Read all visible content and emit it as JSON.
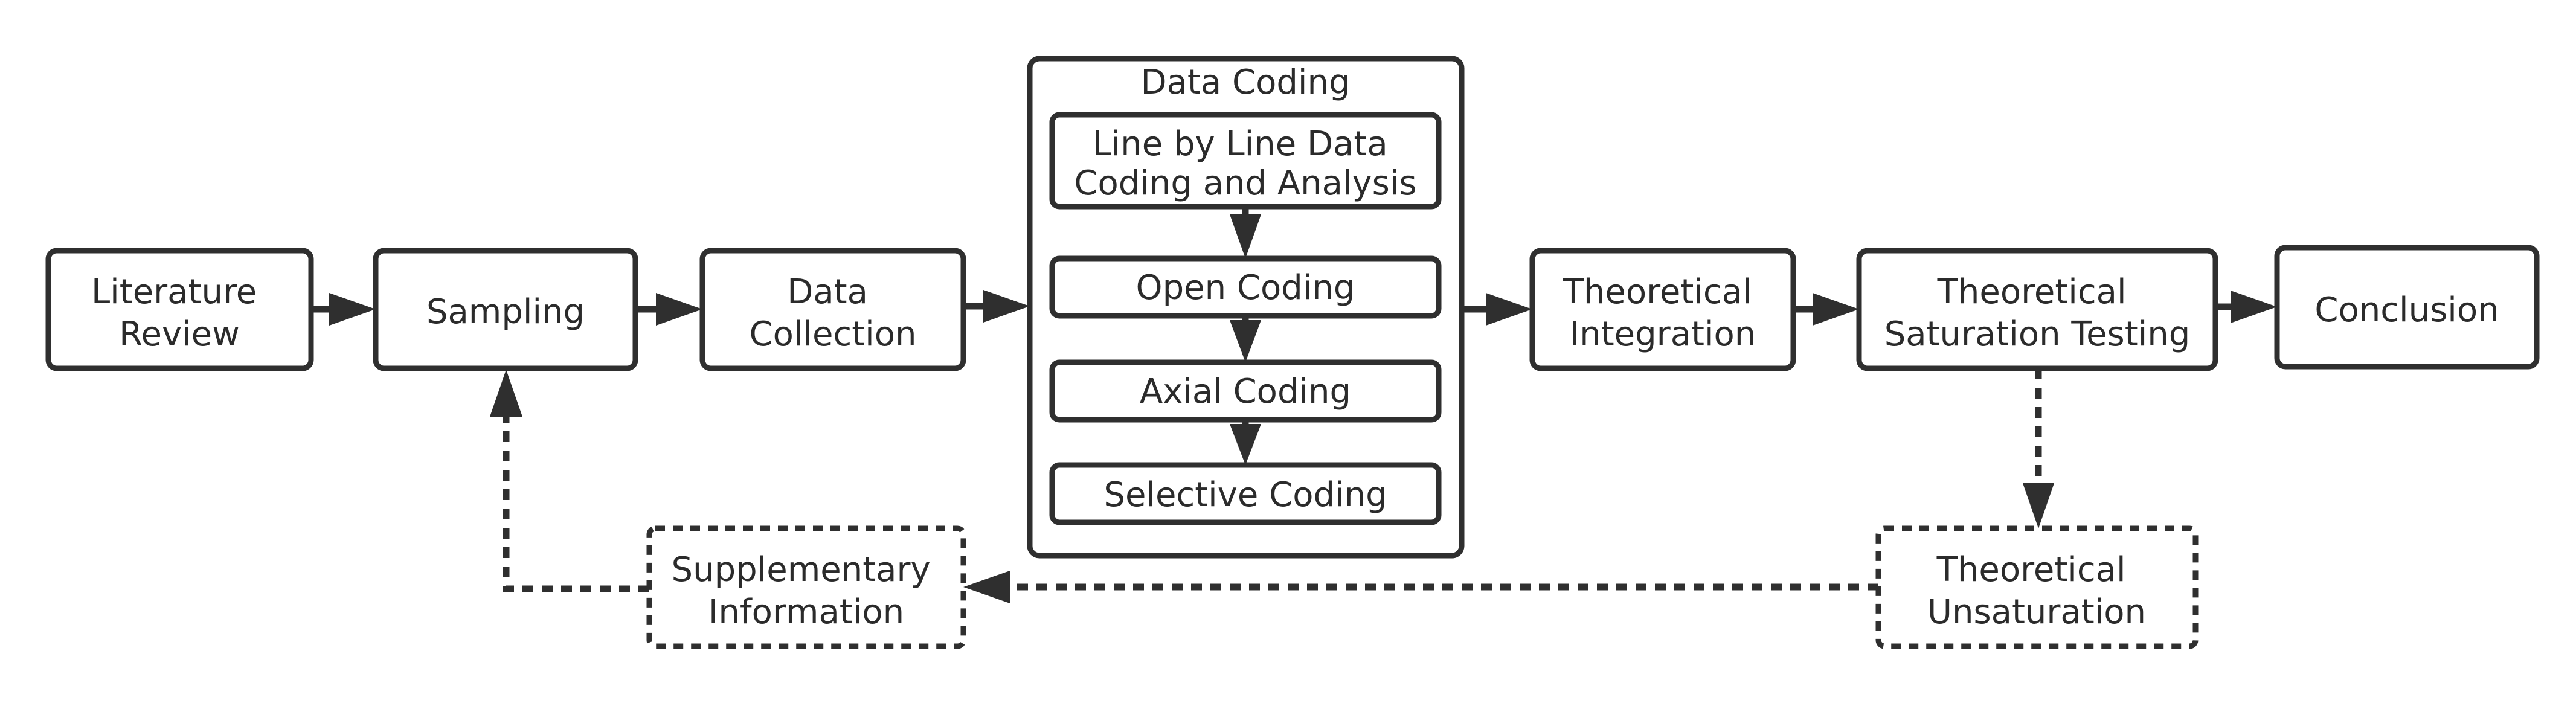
{
  "diagram": {
    "nodes": {
      "literature_review": [
        "Literature",
        "Review"
      ],
      "sampling": [
        "Sampling"
      ],
      "data_collection": [
        "Data",
        "Collection"
      ],
      "data_coding_title": [
        "Data Coding"
      ],
      "line_by_line": [
        "Line by Line Data",
        "Coding and Analysis"
      ],
      "open_coding": [
        "Open Coding"
      ],
      "axial_coding": [
        "Axial Coding"
      ],
      "selective_coding": [
        "Selective Coding"
      ],
      "theoretical_integration": [
        "Theoretical",
        "Integration"
      ],
      "saturation_testing": [
        "Theoretical",
        "Saturation Testing"
      ],
      "conclusion": [
        "Conclusion"
      ],
      "theoretical_unsaturation": [
        "Theoretical",
        "Unsaturation"
      ],
      "supplementary_information": [
        "Supplementary",
        "Information"
      ]
    },
    "edges": [
      {
        "from": "literature_review",
        "to": "sampling",
        "style": "solid"
      },
      {
        "from": "sampling",
        "to": "data_collection",
        "style": "solid"
      },
      {
        "from": "data_collection",
        "to": "data_coding",
        "style": "solid"
      },
      {
        "from": "line_by_line",
        "to": "open_coding",
        "style": "solid"
      },
      {
        "from": "open_coding",
        "to": "axial_coding",
        "style": "solid"
      },
      {
        "from": "axial_coding",
        "to": "selective_coding",
        "style": "solid"
      },
      {
        "from": "data_coding",
        "to": "theoretical_integration",
        "style": "solid"
      },
      {
        "from": "theoretical_integration",
        "to": "saturation_testing",
        "style": "solid"
      },
      {
        "from": "saturation_testing",
        "to": "conclusion",
        "style": "solid"
      },
      {
        "from": "saturation_testing",
        "to": "theoretical_unsaturation",
        "style": "dashed"
      },
      {
        "from": "theoretical_unsaturation",
        "to": "supplementary_information",
        "style": "dashed"
      },
      {
        "from": "supplementary_information",
        "to": "sampling",
        "style": "dashed"
      }
    ]
  }
}
